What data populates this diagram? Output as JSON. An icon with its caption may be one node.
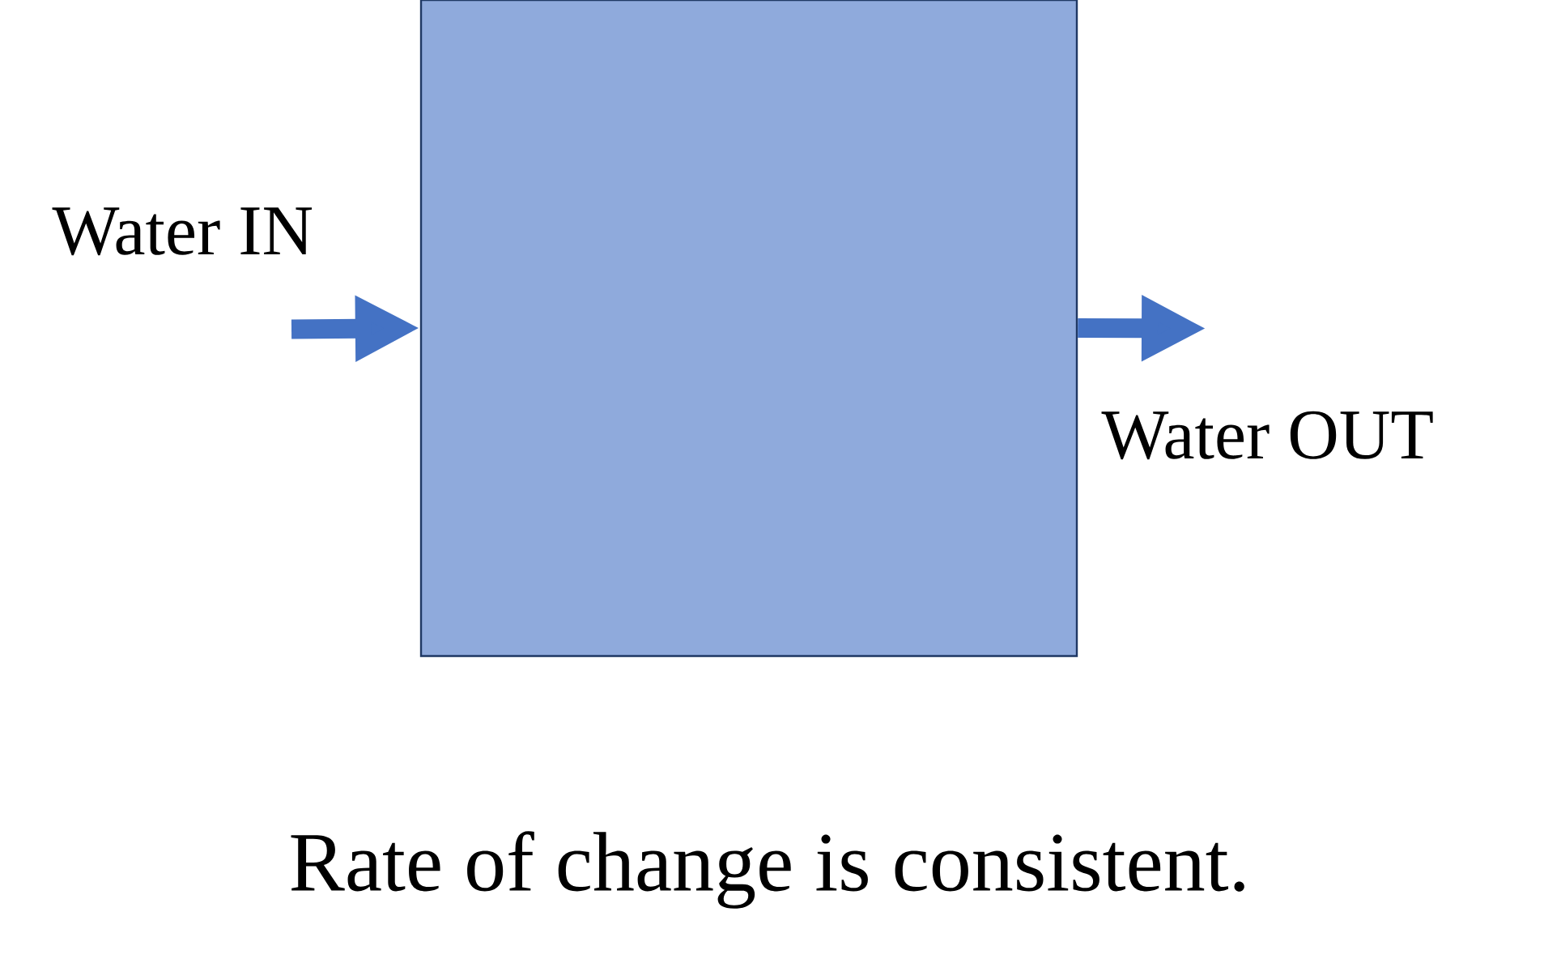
{
  "diagram": {
    "caption": "Rate of change is consistent.",
    "nodes": [
      {
        "text": [],
        "shape": "box"
      },
      {
        "text": [
          "Water IN"
        ]
      },
      {
        "text": [
          "Water OUT"
        ]
      }
    ],
    "edges": [
      {
        "from": 1,
        "to": 0,
        "arrow": "to"
      },
      {
        "from": 0,
        "to": 2,
        "arrow": "to"
      }
    ]
  }
}
